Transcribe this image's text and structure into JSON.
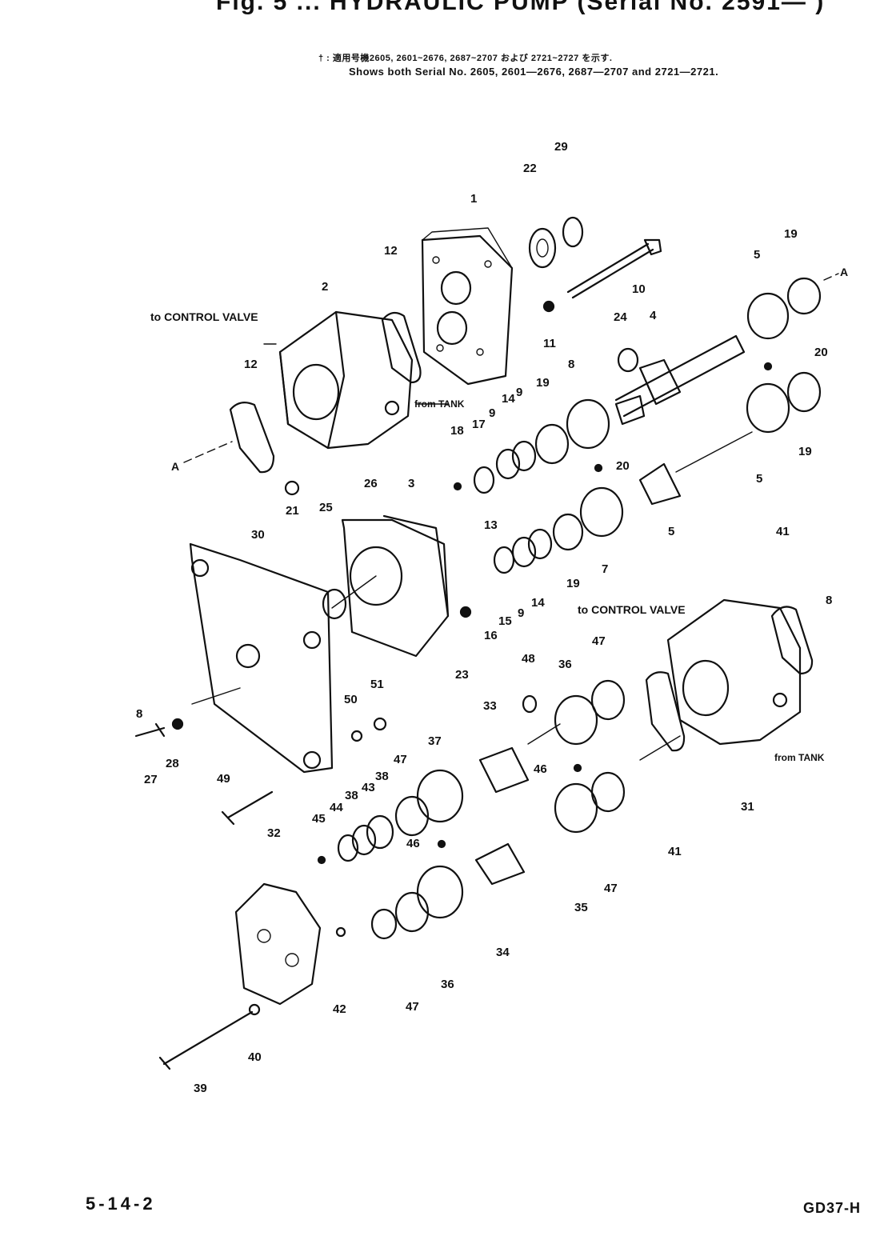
{
  "title": "Fig. 5 ... HYDRAULIC PUMP (Serial No. 2591— )",
  "note": {
    "jp": "† : 適用号機2605, 2601~2676, 2687~2707 および 2721~2727 を示す.",
    "en": "Shows both Serial No. 2605, 2601—2676, 2687—2707 and 2721—2721."
  },
  "labels": {
    "to_control_valve_1": "to CONTROL VALVE",
    "from_tank_1": "from TANK",
    "to_control_valve_2": "to CONTROL VALVE",
    "from_tank_2": "from TANK"
  },
  "callouts": [
    "29",
    "22",
    "1",
    "12",
    "2",
    "10",
    "19",
    "5",
    "11",
    "24",
    "4",
    "12",
    "20",
    "8",
    "19",
    "14",
    "9",
    "18",
    "17",
    "9",
    "19",
    "21",
    "26",
    "3",
    "25",
    "30",
    "20",
    "5",
    "13",
    "5",
    "41",
    "7",
    "19",
    "14",
    "9",
    "15",
    "16",
    "23",
    "8",
    "48",
    "36",
    "47",
    "50",
    "51",
    "33",
    "8",
    "27",
    "28",
    "46",
    "37",
    "47",
    "38",
    "43",
    "38",
    "44",
    "49",
    "45",
    "46",
    "41",
    "47",
    "35",
    "32",
    "31",
    "34",
    "42",
    "36",
    "47",
    "40",
    "39"
  ],
  "footer": {
    "page": "5-14-2",
    "code": "GD37-H"
  }
}
